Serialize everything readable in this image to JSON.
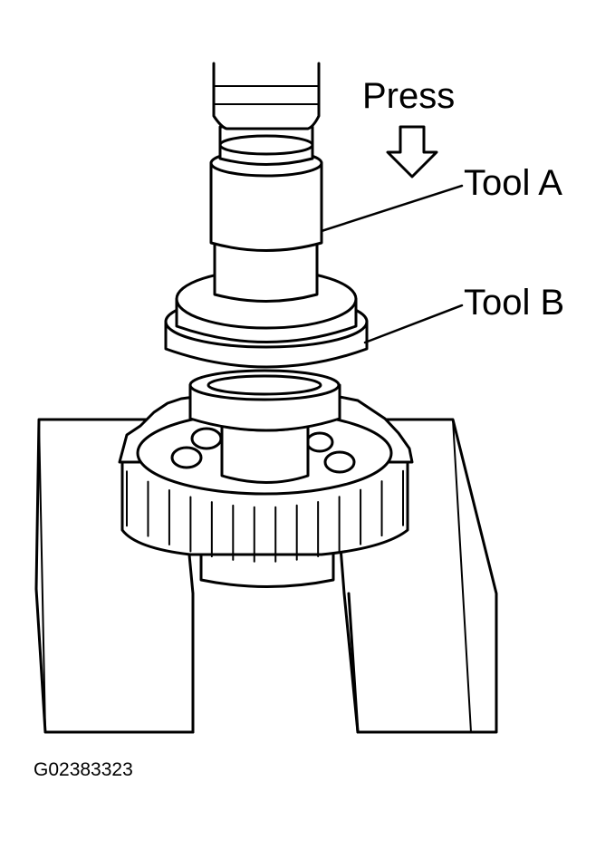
{
  "labels": {
    "press": "Press",
    "tool_a": "Tool A",
    "tool_b": "Tool B",
    "figure_id": "G02383323"
  },
  "colors": {
    "line": "#000000",
    "background": "#ffffff"
  },
  "icons": {
    "press_arrow": "arrow-down-outline-icon"
  },
  "parts": {
    "gear_tooth_count_visible": 13
  }
}
